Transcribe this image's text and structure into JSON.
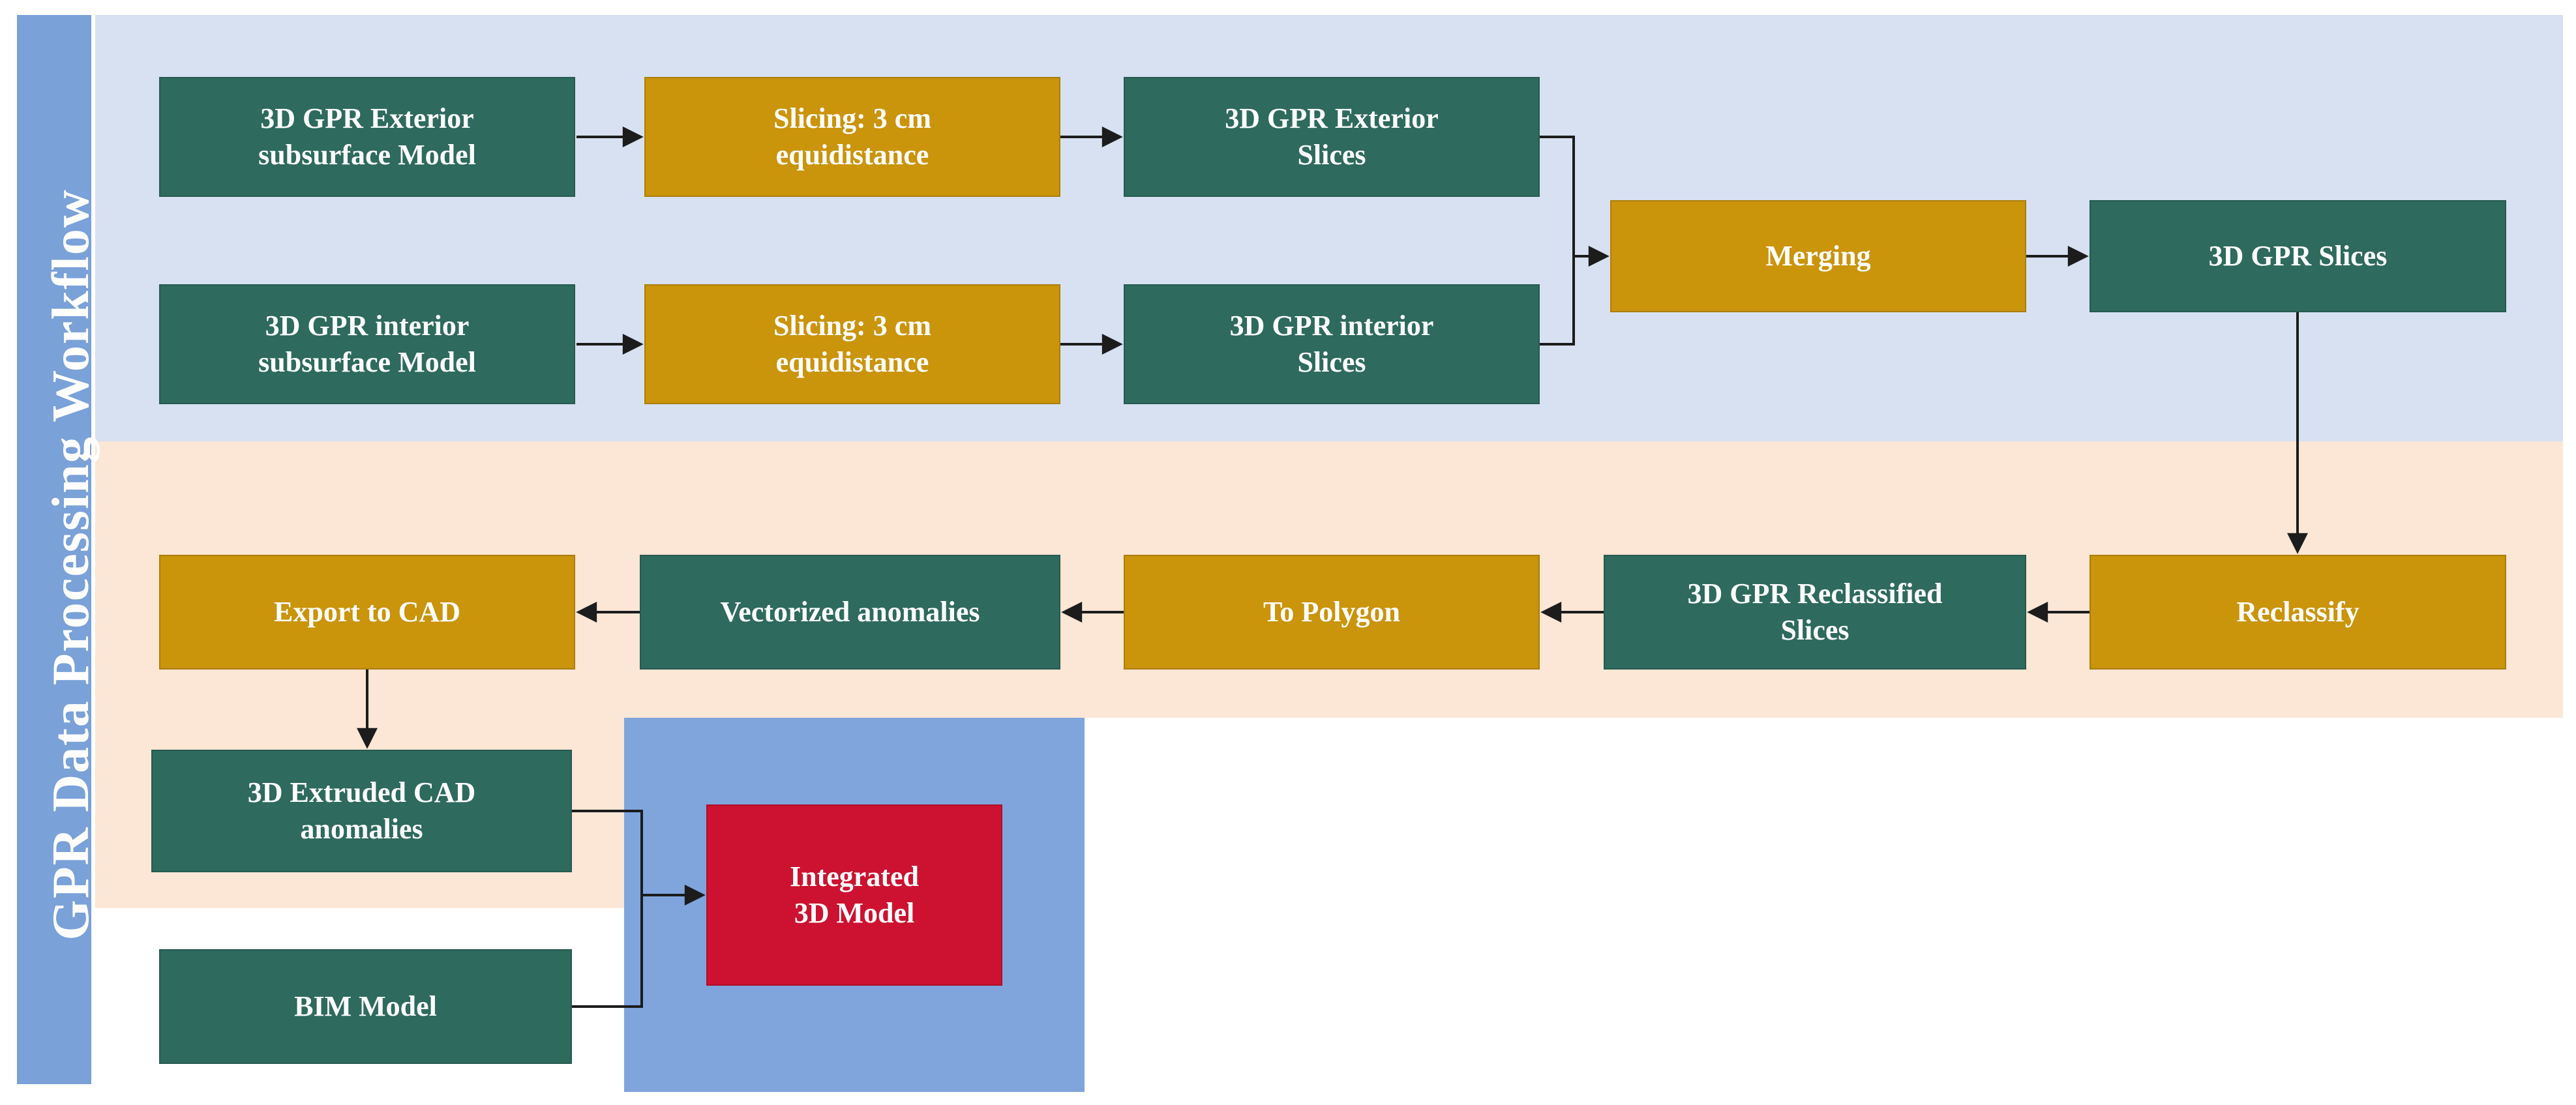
{
  "sidebar": {
    "title": "GPR Data Processing Workflow"
  },
  "nodes": {
    "exterior_model": {
      "label": "3D GPR Exterior\nsubsurface Model",
      "kind": "input"
    },
    "slicing_exterior": {
      "label": "Slicing: 3 cm\nequidistance",
      "kind": "process"
    },
    "exterior_slices": {
      "label": "3D GPR Exterior\nSlices",
      "kind": "data"
    },
    "interior_model": {
      "label": "3D GPR interior\nsubsurface Model",
      "kind": "input"
    },
    "slicing_interior": {
      "label": "Slicing: 3 cm\nequidistance",
      "kind": "process"
    },
    "interior_slices": {
      "label": "3D GPR interior\nSlices",
      "kind": "data"
    },
    "merging": {
      "label": "Merging",
      "kind": "process"
    },
    "gpr_slices": {
      "label": "3D GPR Slices",
      "kind": "data"
    },
    "reclassify": {
      "label": "Reclassify",
      "kind": "process"
    },
    "reclassified_slices": {
      "label": "3D GPR Reclassified\nSlices",
      "kind": "data"
    },
    "to_polygon": {
      "label": "To Polygon",
      "kind": "process"
    },
    "vectorized_anomalies": {
      "label": "Vectorized anomalies",
      "kind": "data"
    },
    "export_to_cad": {
      "label": "Export to CAD",
      "kind": "process"
    },
    "extruded_cad": {
      "label": "3D Extruded CAD\nanomalies",
      "kind": "data"
    },
    "bim_model": {
      "label": "BIM Model",
      "kind": "data"
    },
    "integrated_model": {
      "label": "Integrated\n3D Model",
      "kind": "result"
    }
  },
  "colors": {
    "sidebar_blue": "#7AA1D8",
    "panel_light_blue": "#D7E1F1",
    "panel_peach": "#FCE6D5",
    "panel_blue": "#7FA5DC",
    "node_teal": "#2E6A5E",
    "node_gold": "#CA940B",
    "node_red": "#CC1230",
    "connector_black": "#1C1C1C",
    "node_text": "#FFFFFF"
  }
}
